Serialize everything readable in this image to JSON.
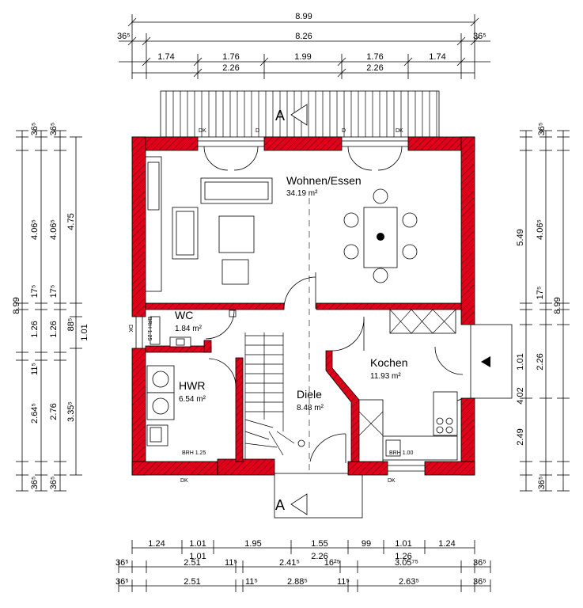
{
  "dims_top": {
    "overall": "8.99",
    "inner": "8.26",
    "side_left": "36⁵",
    "side_right": "36⁵",
    "row3": [
      "1.74",
      "1.76",
      "1.99",
      "1.76",
      "1.74"
    ],
    "row4": [
      "2.26",
      "2.26"
    ]
  },
  "dims_bottom": {
    "row1": [
      "1.24",
      "1.01",
      "1.95",
      "1.55",
      "99",
      "1.01",
      "1.24"
    ],
    "row2_sub": [
      "1.01",
      "2.26",
      "1.26"
    ],
    "row2": [
      "2.51",
      "11⁵",
      "2.41⁵",
      "16²⁵",
      "3.05⁷⁵"
    ],
    "row3": [
      "2.51",
      "11⁵",
      "2.88⁵",
      "11⁵",
      "2.63⁵"
    ],
    "side_left": "36⁵",
    "side_right": "36⁵"
  },
  "dims_left": {
    "col1": [
      "8.99"
    ],
    "col2": [
      "36⁵",
      "4.06⁵",
      "17⁵",
      "1.26",
      "11⁵",
      "2.64⁵",
      "36⁵"
    ],
    "col3": [
      "36⁵",
      "4.06⁵",
      "17⁵",
      "1.26",
      "2.76",
      "36⁵"
    ],
    "col4": [
      "4.75",
      "88⁵",
      "1.01",
      "3.35⁵"
    ]
  },
  "dims_right": {
    "col1": [
      "36⁵",
      "5.49",
      "1.01",
      "2.49",
      "36⁵"
    ],
    "col2": [
      "4.06⁵",
      "17⁵",
      "2.26",
      "4.02"
    ],
    "col3": [
      "8.99"
    ]
  },
  "rooms": {
    "wohnen": {
      "name": "Wohnen/Essen",
      "area": "34.19 m²"
    },
    "wc": {
      "name": "WC",
      "area": "1.84 m²"
    },
    "hwr": {
      "name": "HWR",
      "area": "6.54 m²"
    },
    "diele": {
      "name": "Diele",
      "area": "8.48 m²"
    },
    "kochen": {
      "name": "Kochen",
      "area": "11.93 m²"
    }
  },
  "labels": {
    "dk": "DK",
    "d": "D",
    "section_a": "A",
    "wc_brh": "BRH 1.25",
    "hwr_brh": "BRH 1.25",
    "kochen_brh": "BRH 1.00"
  }
}
